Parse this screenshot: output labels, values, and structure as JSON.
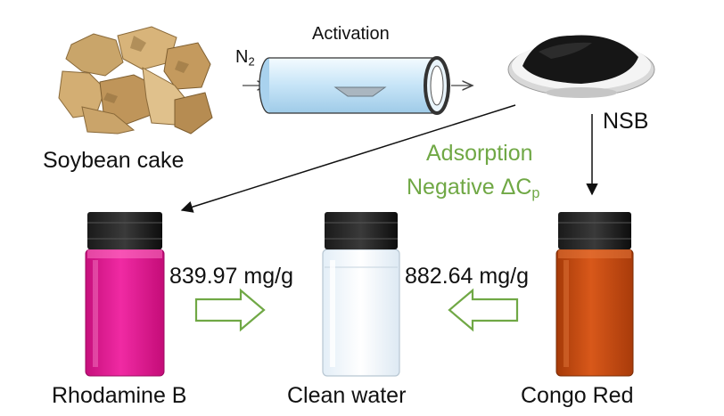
{
  "labels": {
    "soybean": "Soybean cake",
    "activation": "Activation",
    "nitrogen_base": "N",
    "nitrogen_sub": "2",
    "nsb": "NSB",
    "adsorption": "Adsorption",
    "negative_base": "Negative ΔC",
    "negative_sub": "p",
    "rhodamine": "Rhodamine B",
    "clean_water": "Clean water",
    "congo_red": "Congo Red",
    "capacity_rhodamine": "839.97 mg/g",
    "capacity_congo": "882.64 mg/g"
  },
  "colors": {
    "text": "#111111",
    "accent_green": "#70a845",
    "rhodamine_liquid": "#e0148f",
    "congo_liquid": "#c04810",
    "water_liquid": "#e8f3fb",
    "cap": "#111111",
    "tube": "#bfe0f5"
  },
  "icons": {
    "soybean": "soybean-cake-image",
    "tube": "activation-tube",
    "nsb": "black-powder-dish",
    "vial": "sample-vial"
  }
}
